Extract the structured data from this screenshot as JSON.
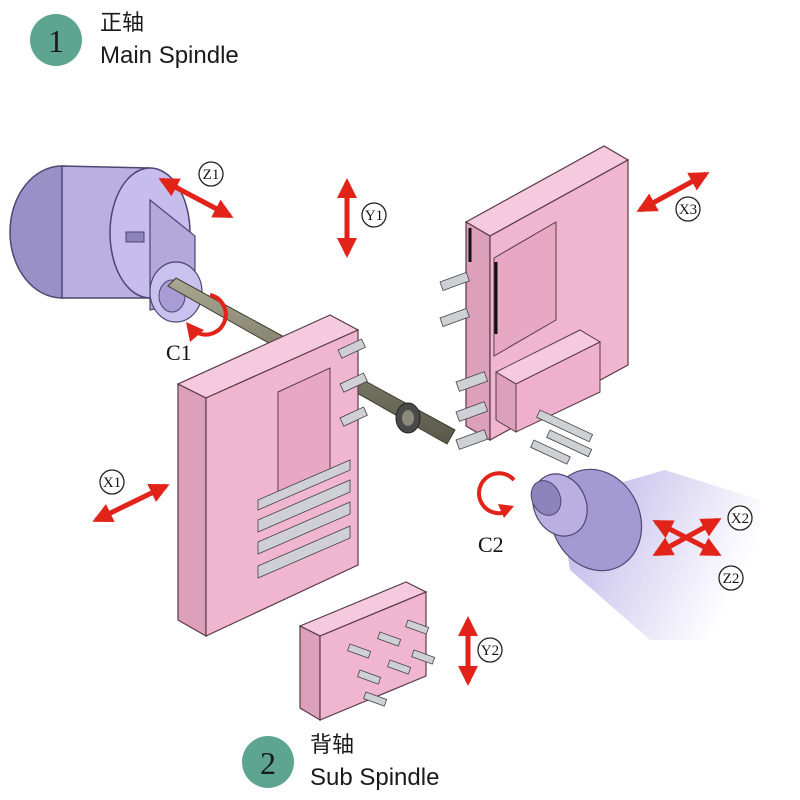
{
  "header": {
    "number": "1",
    "title_zh": "正轴",
    "title_en": "Main Spindle"
  },
  "footer": {
    "number": "2",
    "title_zh": "背轴",
    "title_en": "Sub Spindle"
  },
  "axes": {
    "z1": "Z1",
    "y1": "Y1",
    "x3": "X3",
    "x1": "X1",
    "c1": "C1",
    "c2": "C2",
    "x2": "X2",
    "z2": "Z2",
    "y2": "Y2"
  },
  "colors": {
    "badge": "#5ea58f",
    "block_pink": "#f0b6cf",
    "spindle_purple": "#bdb3e4",
    "arrow_red": "#e2231a"
  }
}
